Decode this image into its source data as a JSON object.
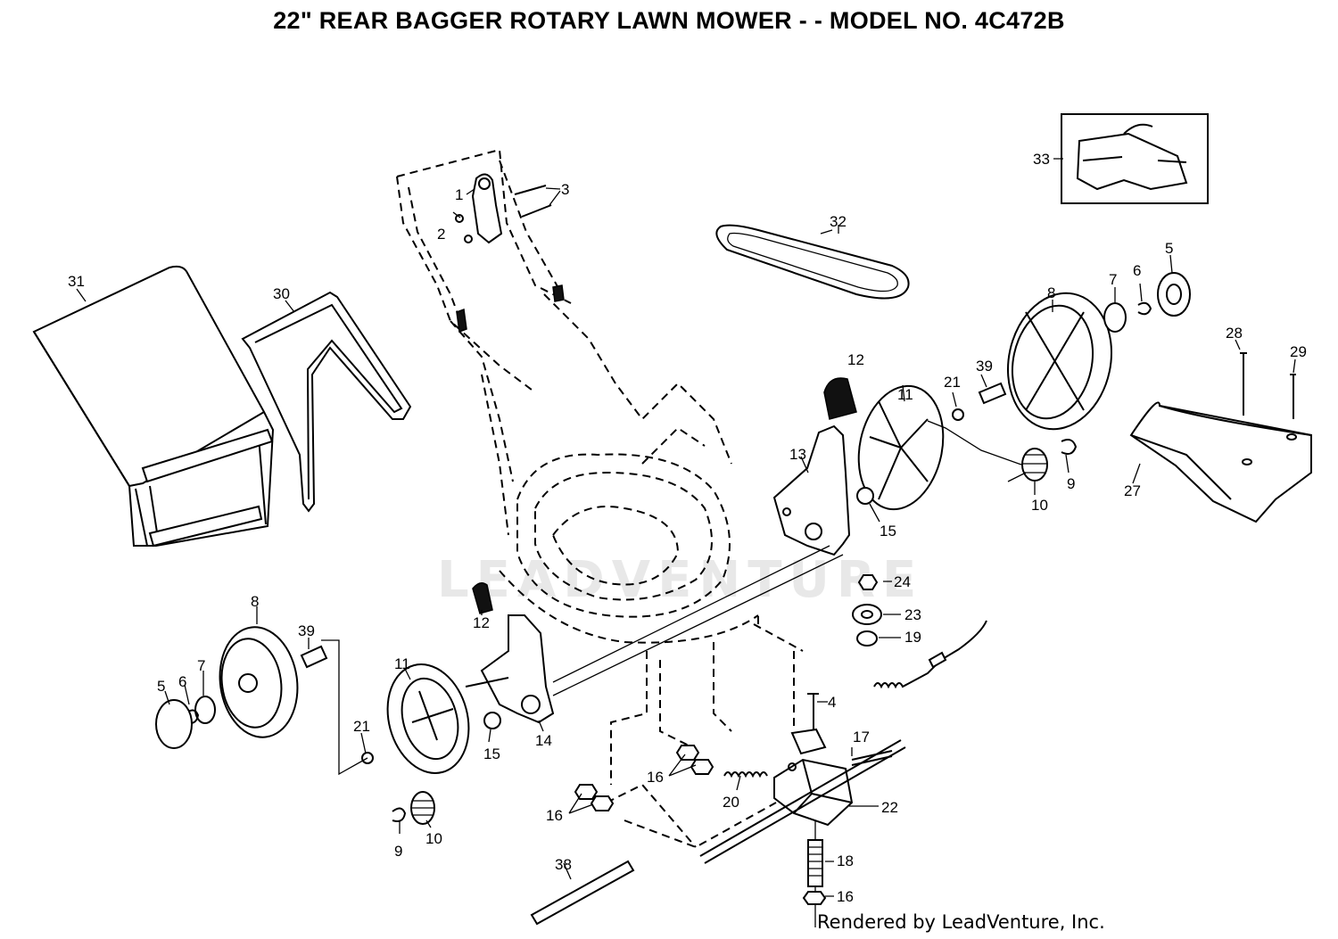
{
  "title": "22\" REAR BAGGER ROTARY LAWN MOWER - - MODEL NO. 4C472B",
  "credit": "Rendered by LeadVenture, Inc.",
  "watermark": "LEADVENTURE",
  "callouts": {
    "c1": "1",
    "c2": "2",
    "c3": "3",
    "c4": "4",
    "c5a": "5",
    "c5b": "5",
    "c6a": "6",
    "c6b": "6",
    "c7a": "7",
    "c7b": "7",
    "c8a": "8",
    "c8b": "8",
    "c9a": "9",
    "c9b": "9",
    "c10a": "10",
    "c10b": "10",
    "c11a": "11",
    "c11b": "11",
    "c12a": "12",
    "c12b": "12",
    "c13": "13",
    "c14": "14",
    "c15a": "15",
    "c15b": "15",
    "c16a": "16",
    "c16b": "16",
    "c16c": "16",
    "c17": "17",
    "c18": "18",
    "c19": "19",
    "c20": "20",
    "c21a": "21",
    "c21b": "21",
    "c22": "22",
    "c23": "23",
    "c24": "24",
    "c27": "27",
    "c28": "28",
    "c29": "29",
    "c30": "30",
    "c31": "31",
    "c32": "32",
    "c33": "33",
    "c38": "38",
    "c39a": "39",
    "c39b": "39"
  }
}
